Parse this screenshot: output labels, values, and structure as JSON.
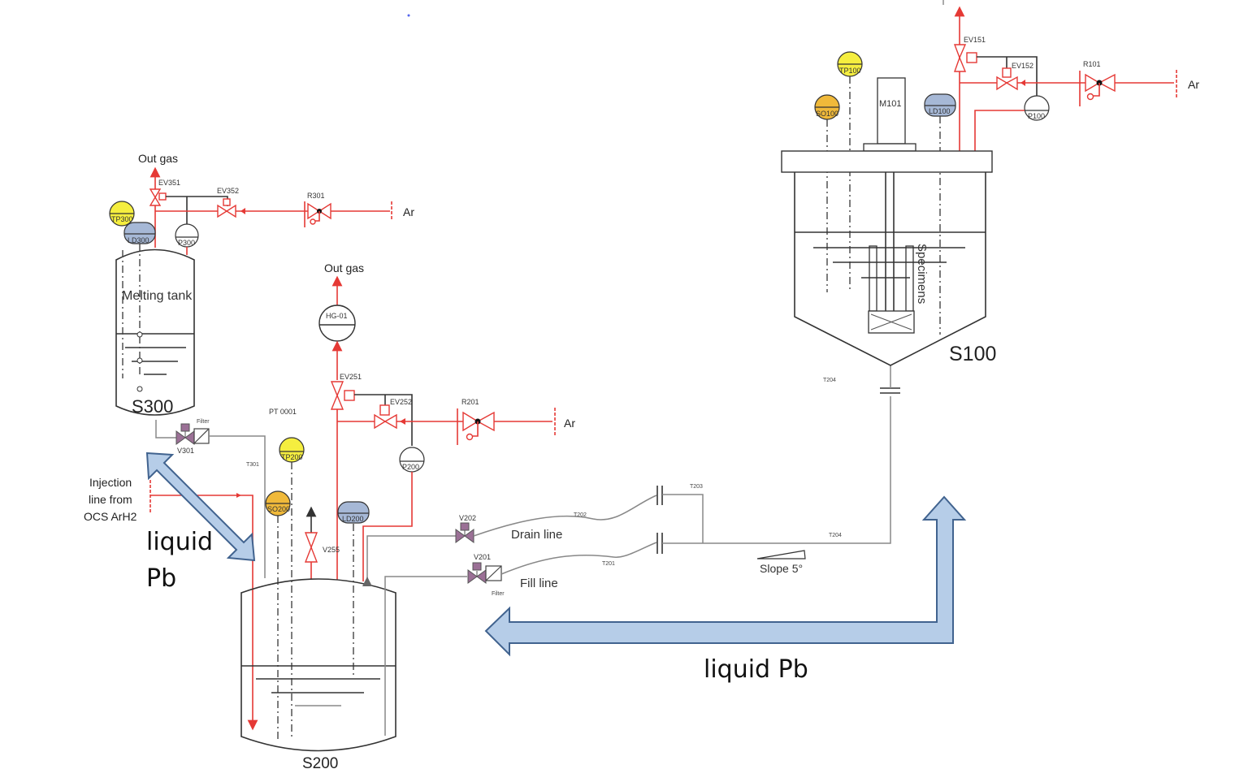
{
  "diagram": {
    "title": "",
    "colors": {
      "gas_line": "#e53935",
      "process_line": "#888888",
      "outline": "#333333",
      "temperature_sensor": "#f5ee3f",
      "oxygen_sensor": "#f0b93a",
      "level_detector": "#a6b8d6",
      "pump_valve": "#9b7096",
      "flow_arrow_fill": "#b6cde8",
      "flow_arrow_stroke": "#41638f"
    },
    "vessels": {
      "s300": {
        "id": "S300",
        "name": "Melting tank"
      },
      "s200": {
        "id": "S200"
      },
      "s100": {
        "id": "S100",
        "internal": "Specimens",
        "motor": "M101"
      }
    },
    "s300_block": {
      "out_gas": "Out gas",
      "ev351": "EV351",
      "ev352": "EV352",
      "r301": "R301",
      "ar": "Ar",
      "tp300": "TP300",
      "ld300": "LD300",
      "p300": "P300",
      "v301": "V301",
      "filter": "Filter",
      "t301": "T301"
    },
    "s200_block": {
      "out_gas": "Out gas",
      "hg01": "HG-01",
      "ev251": "EV251",
      "ev252": "EV252",
      "r201": "R201",
      "ar": "Ar",
      "p200": "P200",
      "pt0001": "PT 0001",
      "tp200": "TP200",
      "so200": "SO200",
      "ld200": "LD200",
      "v255": "V255",
      "injection_line": [
        "Injection",
        "line from",
        "OCS ArH2"
      ]
    },
    "lines": {
      "v202": "V202",
      "v201": "V201",
      "drain_line": "Drain line",
      "fill_line": "Fill line",
      "filter": "Filter",
      "t201": "T201",
      "t202": "T202",
      "t203": "T203",
      "t204a": "T204",
      "t204b": "T204",
      "slope": "Slope 5°"
    },
    "s100_block": {
      "tp100": "TP100",
      "so100": "SO100",
      "ld100": "LD100",
      "ev151": "EV151",
      "ev152": "EV152",
      "r101": "R101",
      "p100": "P100",
      "ar": "Ar"
    },
    "flow_labels": {
      "left_line1": "liquid",
      "left_line2": "Pb",
      "bottom": "liquid Pb"
    }
  }
}
